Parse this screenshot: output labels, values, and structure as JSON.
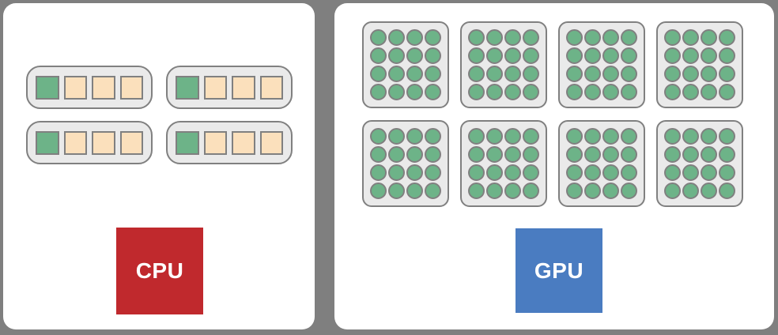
{
  "cpu": {
    "label": "CPU",
    "core_group_count": 4,
    "cells_per_group": 4,
    "green_cells_per_group": 1
  },
  "gpu": {
    "label": "GPU",
    "block_count": 8,
    "dots_per_block": 16
  },
  "colors": {
    "background": "#7f7f7f",
    "panel_fill": "#ffffff",
    "cluster_fill": "#eaeaea",
    "outline": "#808080",
    "core_green": "#6db388",
    "core_peach": "#fbe0bc",
    "cpu_red": "#c0292d",
    "gpu_blue": "#4a7cc1"
  }
}
